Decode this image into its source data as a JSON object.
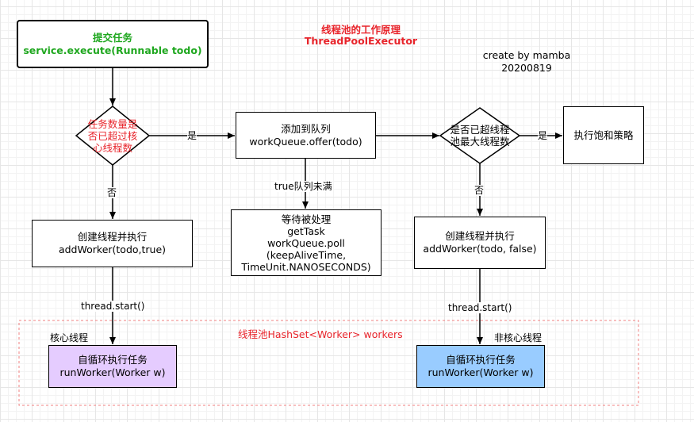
{
  "title": {
    "line1": "线程池的工作原理",
    "line2": "ThreadPoolExecutor"
  },
  "credit": {
    "line1": "create by mamba",
    "line2": "20200819"
  },
  "start_box": {
    "line1": "提交任务",
    "line2": "service.execute(Runnable todo)"
  },
  "decision_core": {
    "line1": "任务数量是",
    "line2": "否已超过核",
    "line3": "心线程数"
  },
  "queue_box": {
    "line1": "添加到队列",
    "line2": "workQueue.offer(todo)"
  },
  "decision_max": {
    "line1": "是否已超线程",
    "line2": "池最大线程数"
  },
  "reject_box": {
    "label": "执行饱和策略"
  },
  "create_core_box": {
    "line1": "创建线程并执行",
    "line2": "addWorker(todo,true)"
  },
  "wait_box": {
    "line1": "等待被处理",
    "line2": "getTask",
    "line3": "workQueue.poll",
    "line4": "(keepAliveTime,",
    "line5": "TimeUnit.NANOSECONDS)"
  },
  "create_noncore_box": {
    "line1": "创建线程并执行",
    "line2": "addWorker(todo, false)"
  },
  "pool_label": "线程池HashSet<Worker> workers",
  "core_worker_box": {
    "line1": "自循环执行任务",
    "line2": "runWorker(Worker w)"
  },
  "noncore_worker_box": {
    "line1": "自循环执行任务",
    "line2": "runWorker(Worker w)"
  },
  "edge_labels": {
    "yes_1": "是",
    "yes_2": "是",
    "no_1": "否",
    "no_2": "否",
    "queue_not_full": "true队列未满",
    "thread_start_1": "thread.start()",
    "thread_start_2": "thread.start()",
    "core_thread": "核心线程",
    "noncore_thread": "非核心线程"
  },
  "colors": {
    "title_red": "#e8242b",
    "start_green": "#1fa71f",
    "decision_red": "#e8242b",
    "pool_border": "#f08080",
    "core_worker_fill": "#e5ccff",
    "noncore_worker_fill": "#99ccff"
  }
}
